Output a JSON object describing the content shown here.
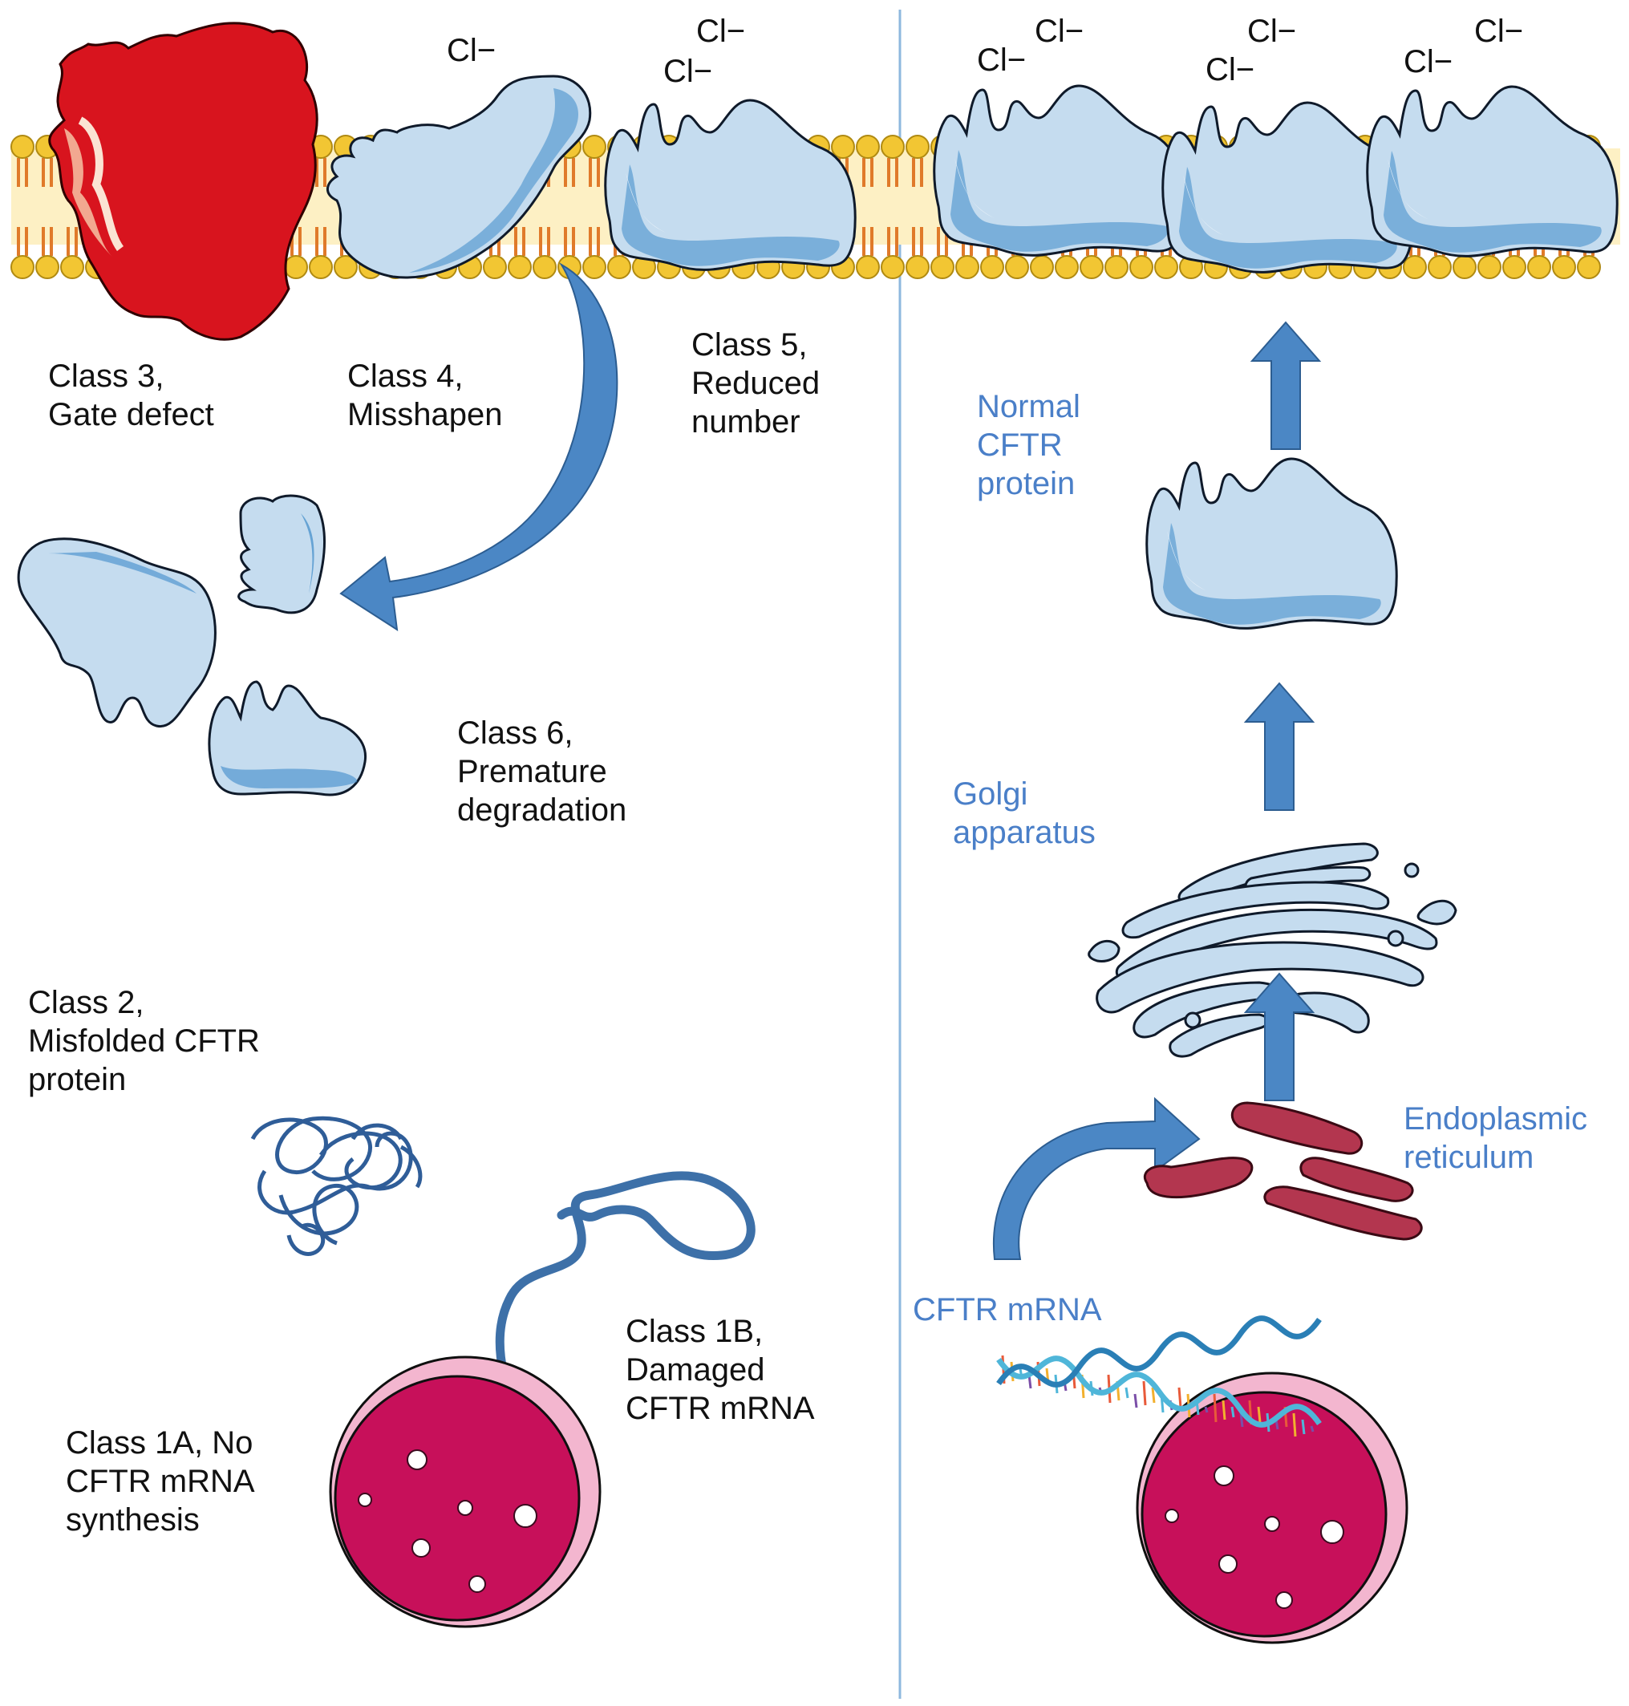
{
  "colors": {
    "membrane_head": "#f2c633",
    "membrane_tail": "#e07a2a",
    "protein_fill": "#c5dcef",
    "protein_dark": "#3d8ac9",
    "gate_defect": "#d8141e",
    "nucleus": "#c7105a",
    "nucleus_rim": "#f3b6cf",
    "er": "#b3364f",
    "arrow": "#4b87c5",
    "divider": "#8eb8de",
    "label_blue": "#4a7fc8"
  },
  "ion_label": "Cl−",
  "defects": {
    "class3": [
      "Class 3,",
      "Gate defect"
    ],
    "class4": [
      "Class 4,",
      "Misshapen"
    ],
    "class5": [
      "Class 5,",
      "Reduced",
      "number"
    ],
    "class6": [
      "Class 6,",
      "Premature",
      "degradation"
    ],
    "class2": [
      "Class 2,",
      "Misfolded CFTR",
      "protein"
    ],
    "class1b": [
      "Class 1B,",
      "Damaged",
      "CFTR mRNA"
    ],
    "class1a": [
      "Class 1A, No",
      "CFTR mRNA",
      "synthesis"
    ]
  },
  "normal": {
    "protein": [
      "Normal",
      "CFTR",
      "protein"
    ],
    "golgi": [
      "Golgi",
      "apparatus"
    ],
    "er": [
      "Endoplasmic",
      "reticulum"
    ],
    "mrna": [
      "CFTR mRNA"
    ]
  },
  "icons": [
    "lipid-bilayer",
    "cftr-channel",
    "golgi-apparatus",
    "endoplasmic-reticulum",
    "cell-nucleus",
    "dna-helix",
    "transport-arrow"
  ]
}
